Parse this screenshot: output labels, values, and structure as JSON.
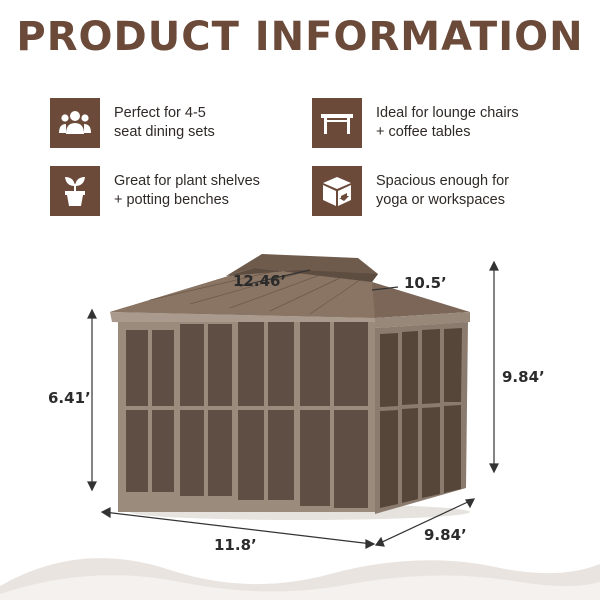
{
  "title": "PRODUCT INFORMATION",
  "colors": {
    "brand": "#6b4a3a",
    "text": "#2f2a27"
  },
  "features": [
    {
      "icon": "people-icon",
      "line1": "Perfect for 4-5",
      "line2": "seat dining sets"
    },
    {
      "icon": "table-icon",
      "line1": "Ideal for lounge chairs",
      "line2": "+ coffee tables"
    },
    {
      "icon": "plant-pot-icon",
      "line1": "Great for plant shelves",
      "line2": "+ potting benches"
    },
    {
      "icon": "box-icon",
      "line1": "Spacious enough for",
      "line2": "yoga or workspaces"
    }
  ],
  "dimensions": {
    "roof_length": "12.46’",
    "roof_depth": "10.5’",
    "total_height": "9.84’",
    "wall_height": "6.41’",
    "base_length": "11.8’",
    "base_depth": "9.84’"
  }
}
